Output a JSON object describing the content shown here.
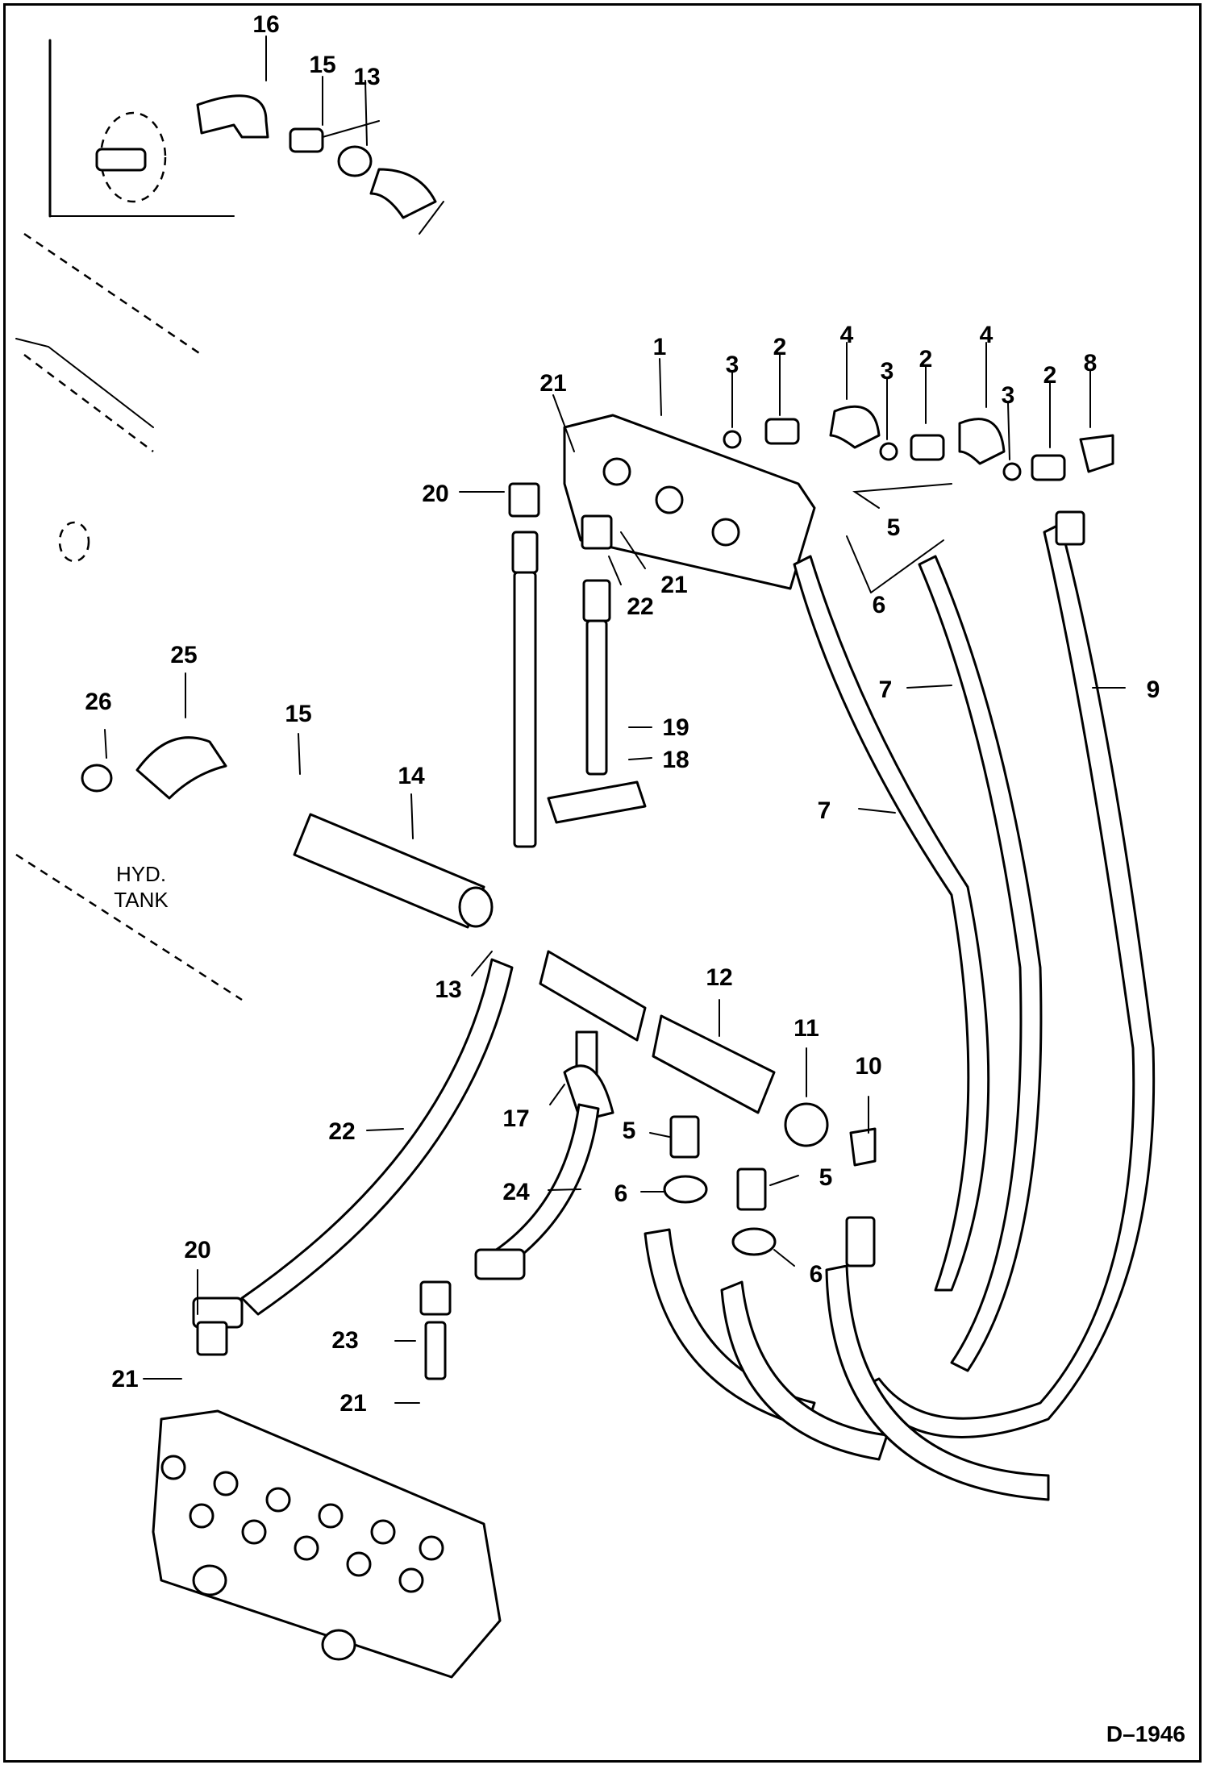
{
  "diagram": {
    "drawing_code": "D–1946",
    "tank_label_line1": "HYD.",
    "tank_label_line2": "TANK",
    "callouts": {
      "c16": "16",
      "c15a": "15",
      "c13a": "13",
      "c1": "1",
      "c3a": "3",
      "c2a": "2",
      "c4a": "4",
      "c3b": "3",
      "c2b": "2",
      "c4b": "4",
      "c3c": "3",
      "c2c": "2",
      "c8": "8",
      "c21a": "21",
      "c20a": "20",
      "c21b": "21",
      "c22a": "22",
      "c5a": "5",
      "c6a": "6",
      "c7a": "7",
      "c9": "9",
      "c7b": "7",
      "c25": "25",
      "c26": "26",
      "c15b": "15",
      "c14": "14",
      "c19": "19",
      "c18": "18",
      "c13b": "13",
      "c12": "12",
      "c11": "11",
      "c10": "10",
      "c17": "17",
      "c22b": "22",
      "c5b": "5",
      "c6b": "6",
      "c5c": "5",
      "c24": "24",
      "c6c": "6",
      "c20b": "20",
      "c23": "23",
      "c21c": "21",
      "c21d": "21"
    }
  }
}
